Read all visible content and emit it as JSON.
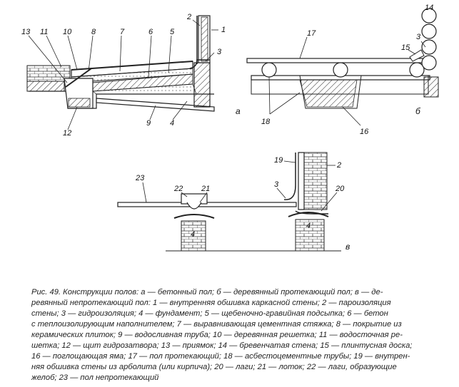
{
  "figure": {
    "section_labels": {
      "a": "а",
      "b": "б",
      "v": "в"
    },
    "labels_a": [
      "1",
      "2",
      "3",
      "4",
      "5",
      "6",
      "7",
      "8",
      "9",
      "10",
      "11",
      "12",
      "13"
    ],
    "labels_b": [
      "3",
      "14",
      "15",
      "16",
      "17",
      "18"
    ],
    "labels_v": [
      "2",
      "3",
      "4",
      "4",
      "19",
      "20",
      "21",
      "22",
      "23"
    ]
  },
  "caption": {
    "lines": [
      "Рис. 49. Конструкции полов: а — бетонный пол; б — деревянный протекающий пол; в — де-",
      "ревянный непротекающий пол: 1 — внутренняя обшивка каркасной стены; 2 — пароизоляция",
      "стены; 3 — гидроизоляция; 4 — фундамент; 5 — щебеночно-гравийная подсыпка; 6 — бетон",
      "с теплоизолирующим наполнителем; 7 — выравнивающая цементная стяжка; 8 — покрытие из",
      "керамических плиток; 9 — водосливная труба; 10 — деревянная решетка; 11 — водосточная ре-",
      "шетка; 12 — щит гидрозатвора; 13 — приямок; 14 — бревенчатая стена; 15 — плинтусная доска;",
      "16 — поглощающая яма; 17 — пол протекающий; 18 — асбестоцементные трубы; 19 — внутрен-",
      "няя обшивка стены из арболита (или кирпича); 20 — лаги; 21 — лоток; 22 — лаги, образующие",
      "желоб; 23 — пол непротекающий"
    ]
  }
}
